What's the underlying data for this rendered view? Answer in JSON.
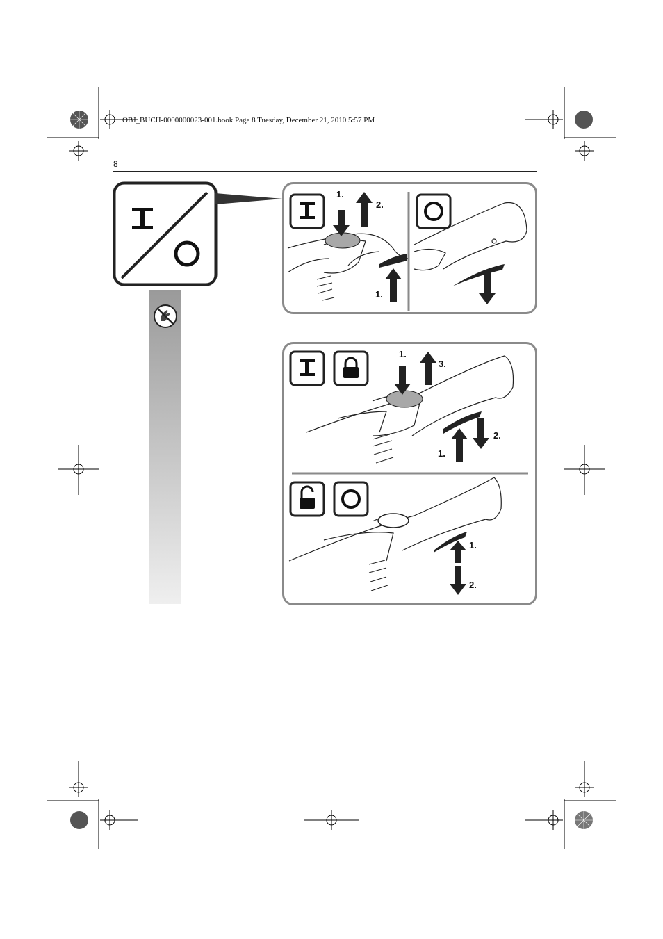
{
  "header": {
    "file_line": "OBJ_BUCH-0000000023-001.book  Page 8  Tuesday, December 21, 2010  5:57 PM",
    "page_number": "8"
  },
  "main_icon": {
    "on_symbol": "I",
    "off_symbol": "O",
    "icon": "on-off-switch-icon"
  },
  "panel_top": {
    "left": {
      "steps": [
        "1.",
        "2.",
        "1."
      ],
      "icon": "on-icon"
    },
    "right": {
      "icon": "off-icon"
    }
  },
  "panel_bottom": {
    "lock_section": {
      "steps": [
        "1.",
        "3.",
        "2.",
        "1."
      ],
      "icons": [
        "on-icon",
        "lock-closed-icon"
      ]
    },
    "unlock_section": {
      "steps": [
        "1.",
        "2."
      ],
      "icons": [
        "lock-open-icon",
        "off-icon"
      ]
    }
  },
  "sidebar": {
    "icon": "no-hand-touch-icon"
  },
  "colors": {
    "frame": "#8a8a8a",
    "sidebar_top": "#9a9a9a",
    "sidebar_bottom": "#efefef",
    "button": "#a8a8a8"
  }
}
